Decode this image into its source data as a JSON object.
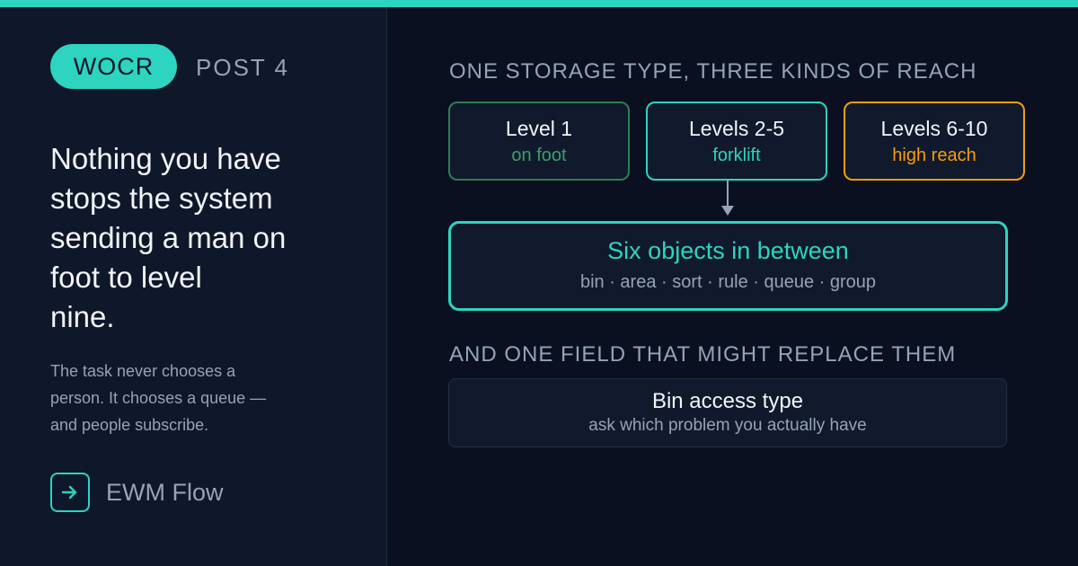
{
  "colors": {
    "accent": "#2dd4bf",
    "background": "#0a1020",
    "panel": "#0f172a",
    "level1": "#2f7d55",
    "level1_text": "#3d9e6a",
    "highreach": "#f59e0b"
  },
  "badge": {
    "label": "WOCR"
  },
  "post": {
    "label": "POST 4"
  },
  "headline": {
    "lines": [
      "Nothing you have",
      "stops the system",
      "sending a man on",
      "foot to level",
      "nine."
    ]
  },
  "subtext": {
    "lines": [
      "The task never chooses a",
      "person. It chooses a queue —",
      "and people subscribe."
    ]
  },
  "flow": {
    "icon": "arrow-right-icon",
    "label": "EWM Flow"
  },
  "section1": {
    "heading": "ONE STORAGE TYPE, THREE KINDS OF REACH"
  },
  "levels": [
    {
      "title": "Level 1",
      "sub": "on foot"
    },
    {
      "title": "Levels 2-5",
      "sub": "forklift"
    },
    {
      "title": "Levels 6-10",
      "sub": "high reach"
    }
  ],
  "objects": {
    "title": "Six objects in between",
    "list": "bin · area · sort · rule · queue · group"
  },
  "section2": {
    "heading": "AND ONE FIELD THAT MIGHT REPLACE THEM"
  },
  "field": {
    "title": "Bin access type",
    "sub": "ask which problem you actually have"
  }
}
